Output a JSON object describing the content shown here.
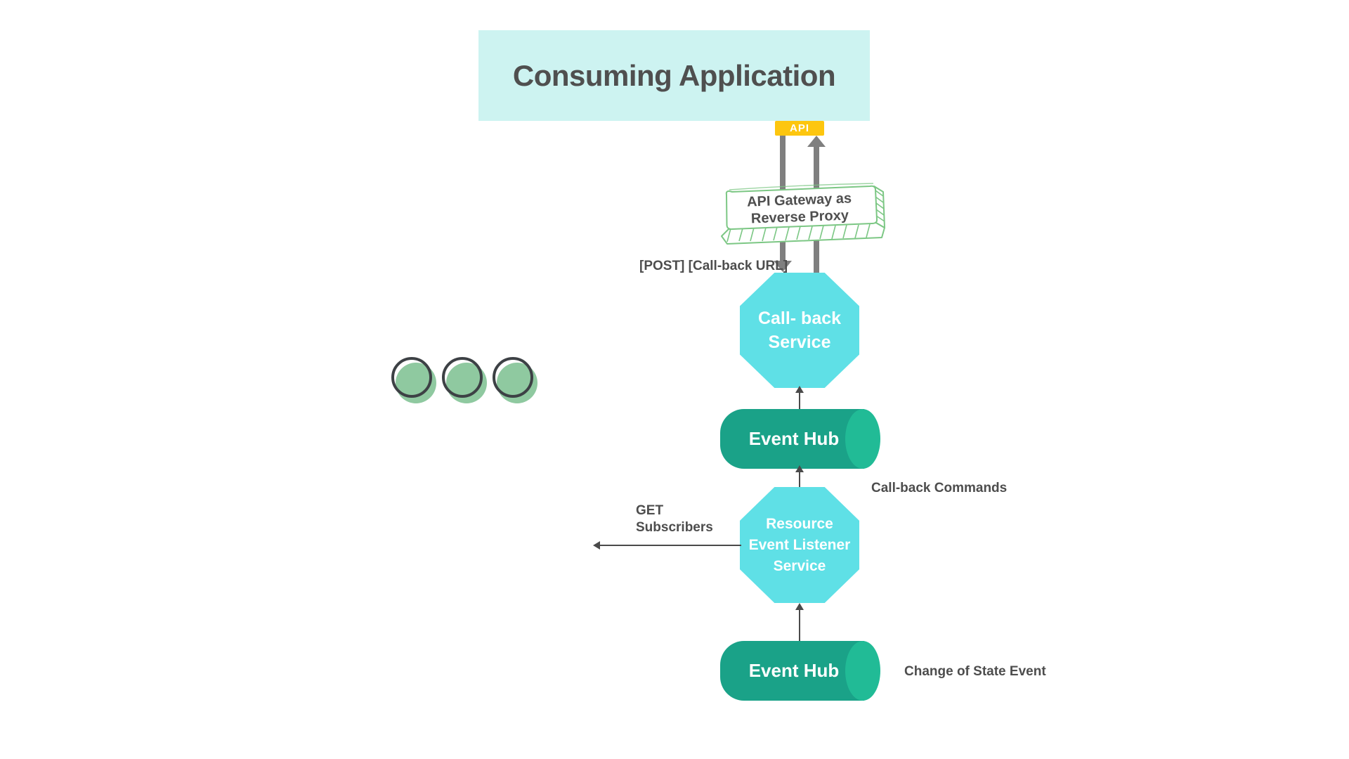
{
  "title": "Consuming Application",
  "api_badge": "API",
  "gateway": {
    "line1": "API Gateway as",
    "line2": "Reverse Proxy"
  },
  "callback_service": {
    "line1": "Call- back",
    "line2": "Service"
  },
  "resource_listener": {
    "line1": "Resource",
    "line2": "Event Listener",
    "line3": "Service"
  },
  "event_hub_top": "Event Hub",
  "event_hub_bottom": "Event Hub",
  "labels": {
    "post_callback": "[POST] [Call-back URL]",
    "callback_commands": "Call-back Commands",
    "get": "GET",
    "subscribers": "Subscribers",
    "change_of_state": "Change of State Event"
  },
  "colors": {
    "title_box_bg": "#cdf3f1",
    "api_badge_bg": "#fdc60f",
    "octagon_bg": "#5fe0e6",
    "cylinder_body": "#1aa288",
    "cylinder_cap": "#21bb96",
    "sketch_green": "#7cc784",
    "circle_fill": "#8fc9a0",
    "circle_outline": "#3d4145",
    "thick_arrow": "#7f7f7f",
    "thin_arrow": "#4a4a4a",
    "text_dark": "#4f4f4f"
  }
}
